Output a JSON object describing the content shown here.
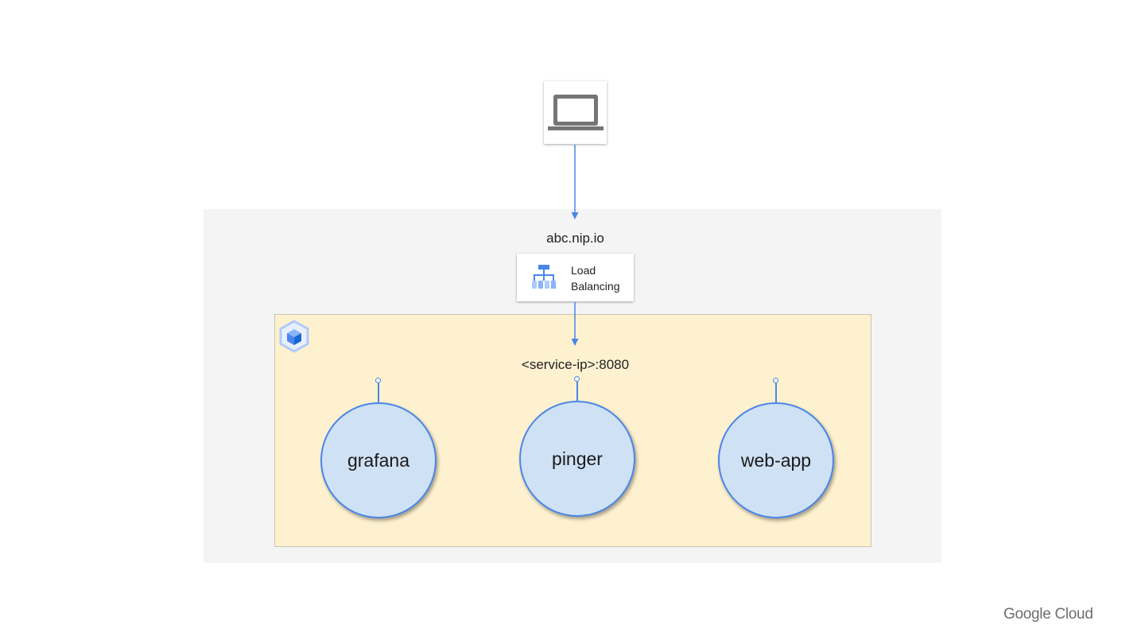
{
  "client": {
    "icon": "laptop-icon"
  },
  "edge": {
    "domain": "abc.nip.io"
  },
  "load_balancer": {
    "icon": "load-balancing-icon",
    "label": "Load\nBalancing"
  },
  "cluster": {
    "icon": "kubernetes-engine-icon",
    "service_address": "<service-ip>:8080"
  },
  "pods": [
    {
      "name": "grafana"
    },
    {
      "name": "pinger"
    },
    {
      "name": "web-app"
    }
  ],
  "footer": {
    "brand": "Google Cloud"
  },
  "colors": {
    "arrow": "#4a86e8",
    "pod_fill": "#cfe1f4",
    "cluster_fill": "#fef1cf",
    "region_fill": "#f4f4f4"
  }
}
